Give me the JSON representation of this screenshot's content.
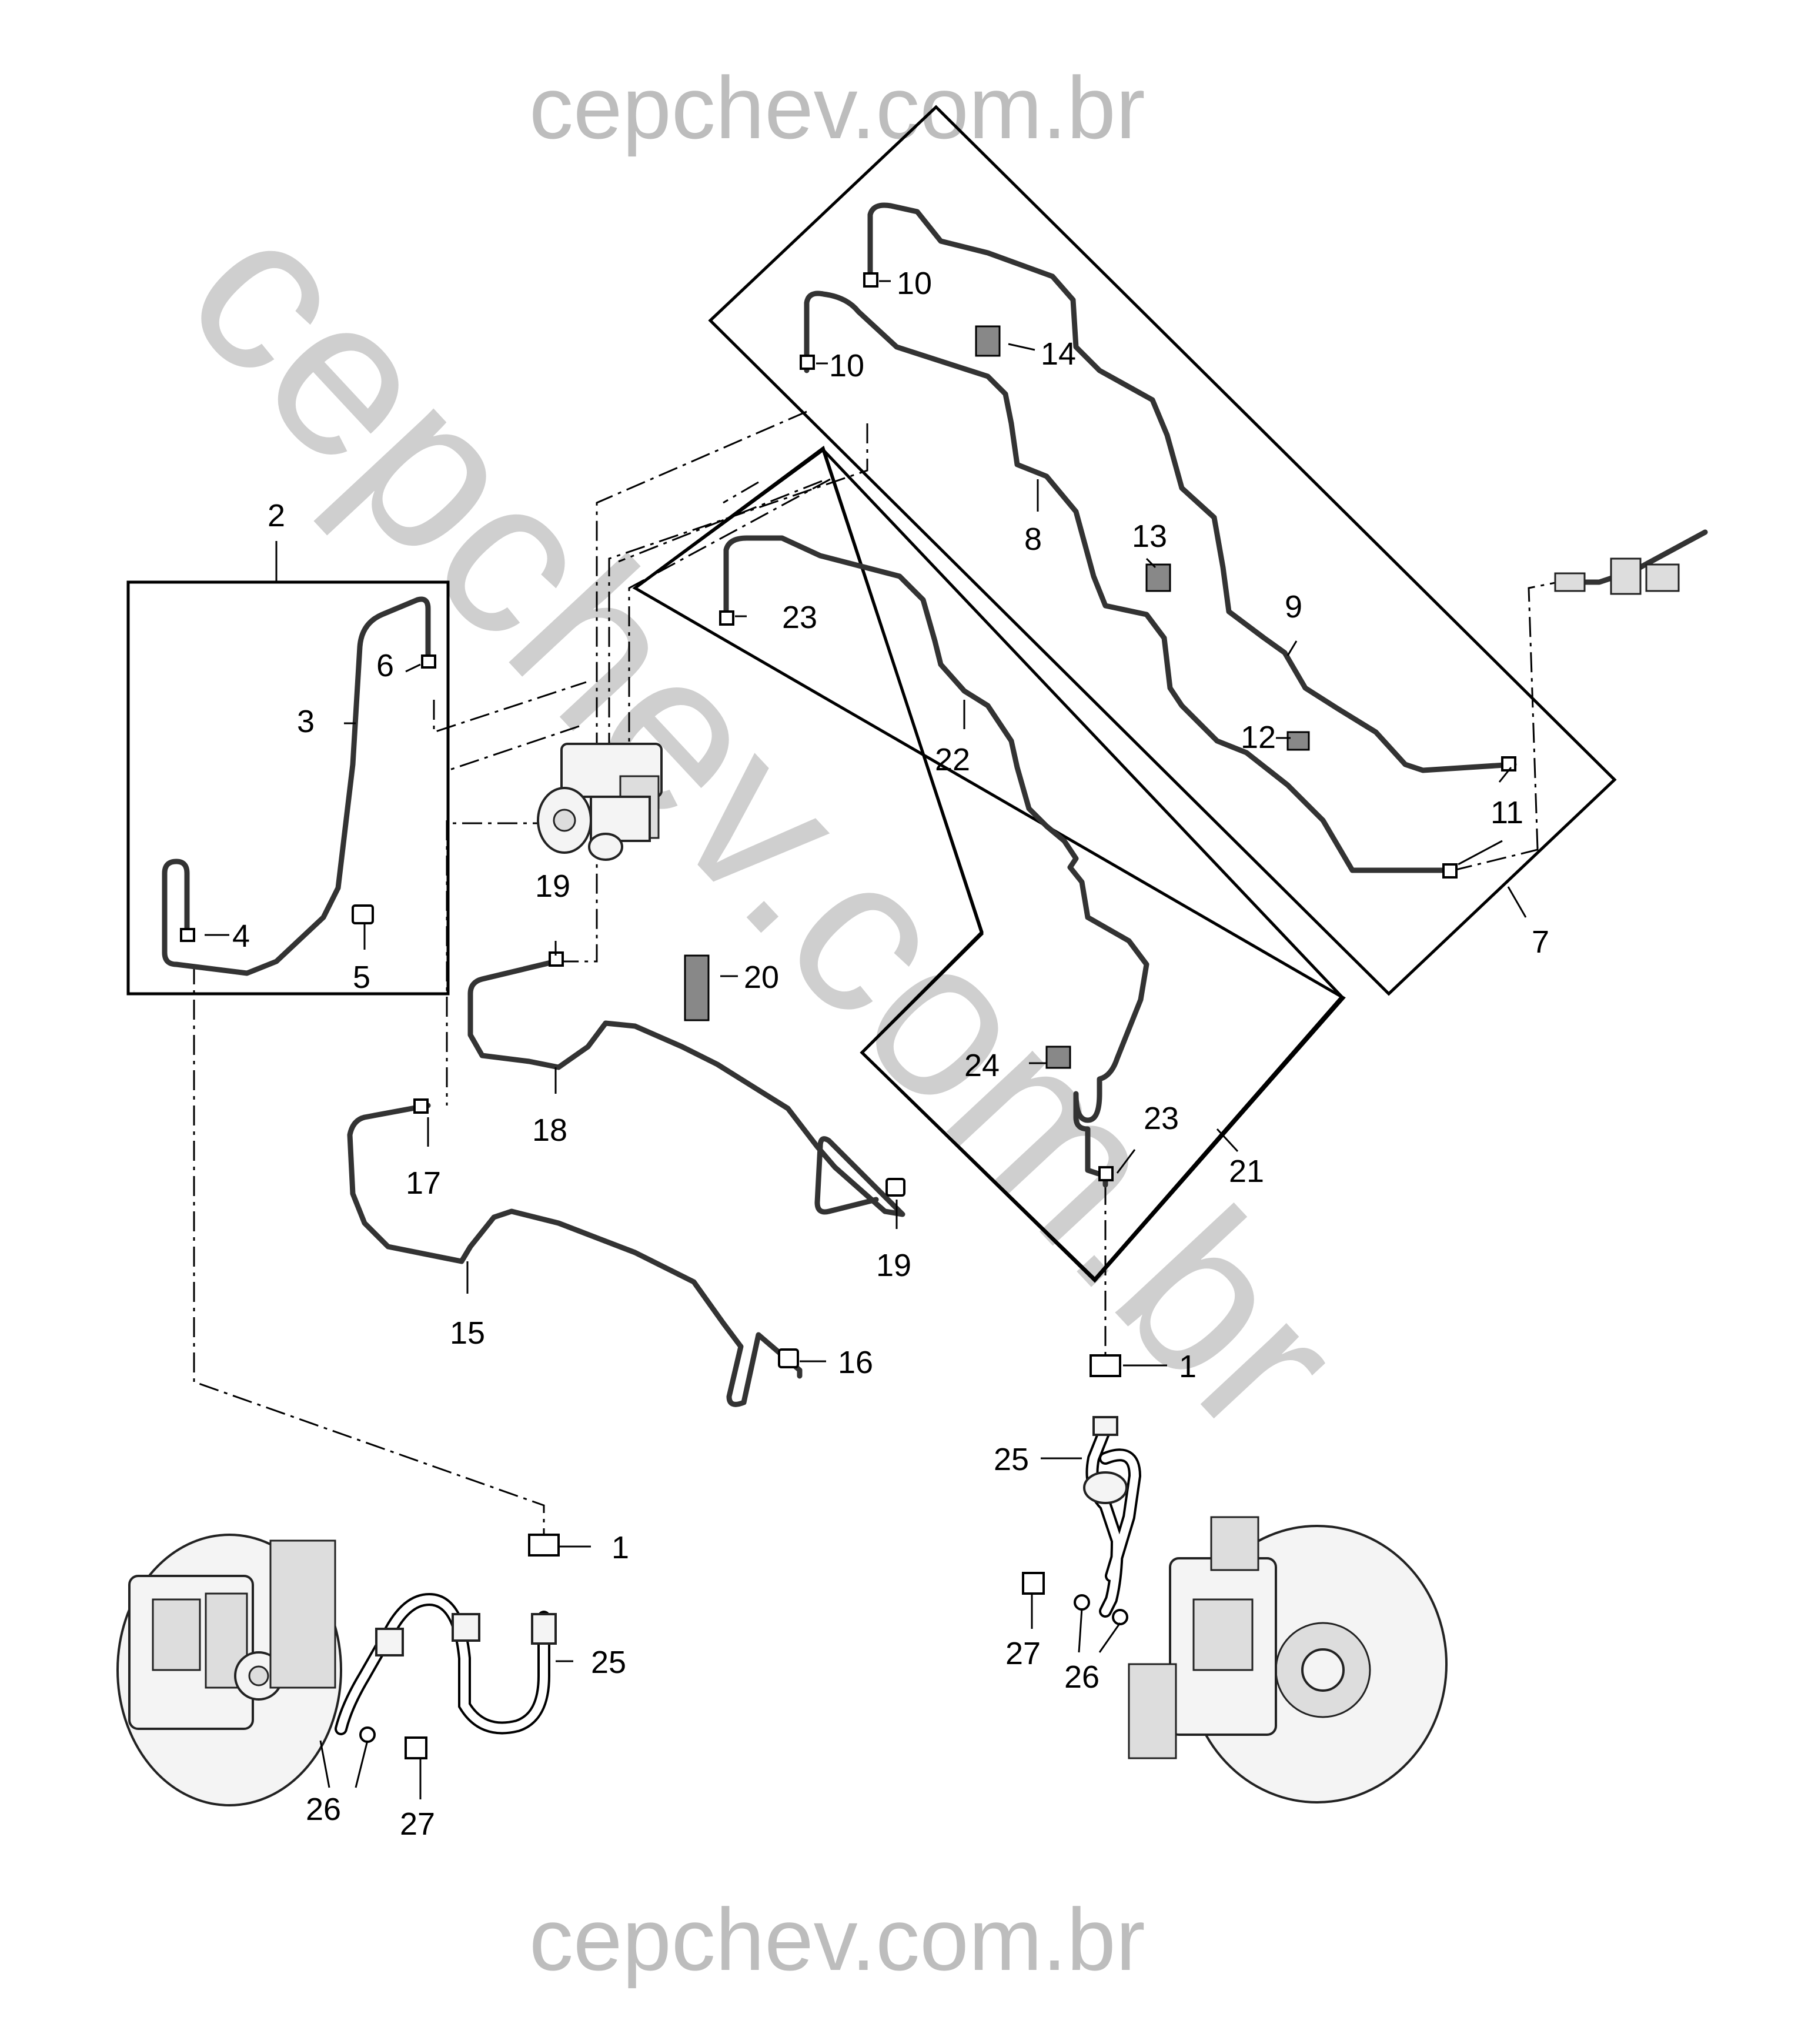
{
  "watermark": {
    "top": "cepchev.com.br",
    "bottom": "cepchev.com.br",
    "diagonal": "cepchev.com.br"
  },
  "callouts": [
    "1",
    "1",
    "2",
    "3",
    "4",
    "5",
    "6",
    "7",
    "8",
    "9",
    "10",
    "10",
    "11",
    "12",
    "13",
    "14",
    "15",
    "16",
    "17",
    "18",
    "19",
    "19",
    "20",
    "21",
    "22",
    "23",
    "23",
    "24",
    "25",
    "25",
    "26",
    "26",
    "27",
    "27"
  ]
}
